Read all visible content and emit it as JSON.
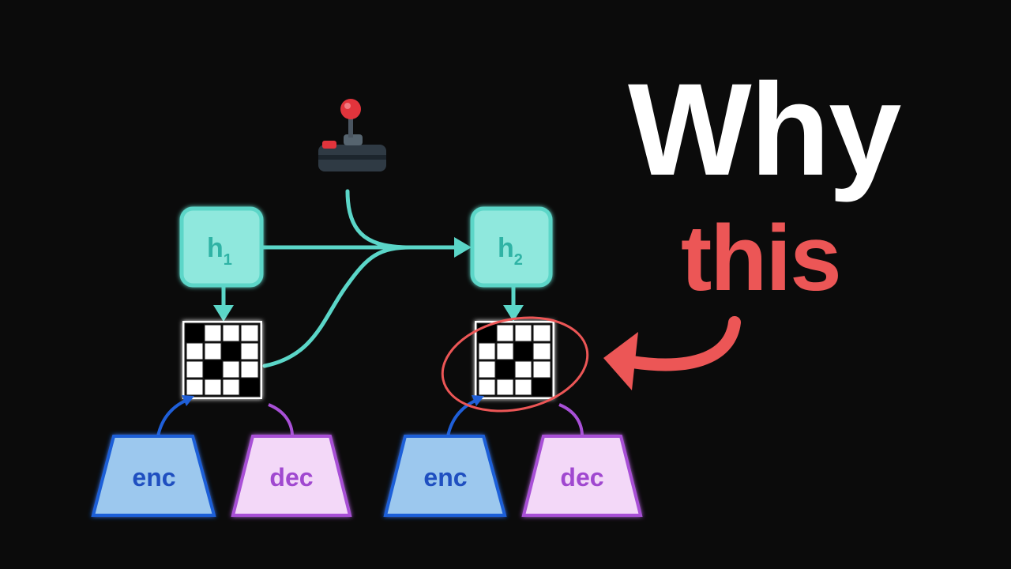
{
  "headline": {
    "line1": "Why",
    "line2": "this"
  },
  "diagram": {
    "hidden_states": [
      {
        "letter": "h",
        "sub": "1"
      },
      {
        "letter": "h",
        "sub": "2"
      }
    ],
    "encoder_label": "enc",
    "decoder_label": "dec",
    "action_icon": "joystick-icon"
  },
  "colors": {
    "background": "#0b0b0b",
    "hidden_state_fill": "#8fe8dd",
    "hidden_state_stroke": "#5bd6c8",
    "hidden_state_text": "#2fb3a5",
    "encoder_fill": "#9cc8ee",
    "encoder_stroke": "#1f5fd8",
    "encoder_text": "#1f4fc0",
    "decoder_fill": "#f3d8f8",
    "decoder_stroke": "#a850d6",
    "decoder_text": "#a048d0",
    "highlight": "#ec5656",
    "headline_white": "#ffffff"
  }
}
